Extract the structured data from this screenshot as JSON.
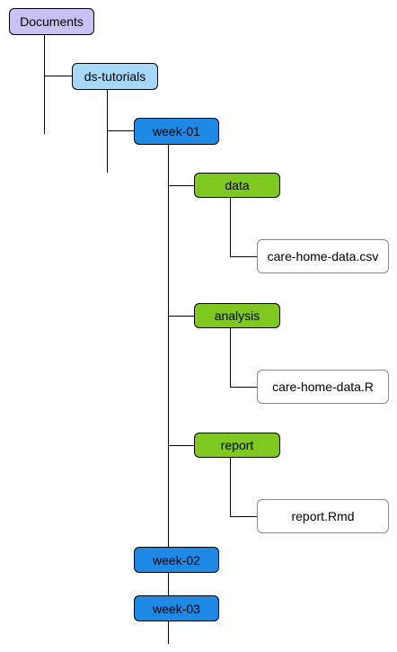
{
  "colors": {
    "root": "#c9c0f5",
    "level1": "#a6d8fa",
    "week": "#1e88e5",
    "folder": "#7ec820",
    "file": "#ffffff",
    "line": "#000000"
  },
  "tree": {
    "name": "Documents",
    "kind": "root",
    "children": [
      {
        "name": "ds-tutorials",
        "kind": "level1",
        "children": [
          {
            "name": "week-01",
            "kind": "week",
            "children": [
              {
                "name": "data",
                "kind": "folder",
                "children": [
                  {
                    "name": "care-home-data.csv",
                    "kind": "file"
                  }
                ]
              },
              {
                "name": "analysis",
                "kind": "folder",
                "children": [
                  {
                    "name": "care-home-data.R",
                    "kind": "file"
                  }
                ]
              },
              {
                "name": "report",
                "kind": "folder",
                "children": [
                  {
                    "name": "report.Rmd",
                    "kind": "file"
                  }
                ]
              }
            ]
          },
          {
            "name": "week-02",
            "kind": "week"
          },
          {
            "name": "week-03",
            "kind": "week"
          }
        ]
      }
    ]
  }
}
